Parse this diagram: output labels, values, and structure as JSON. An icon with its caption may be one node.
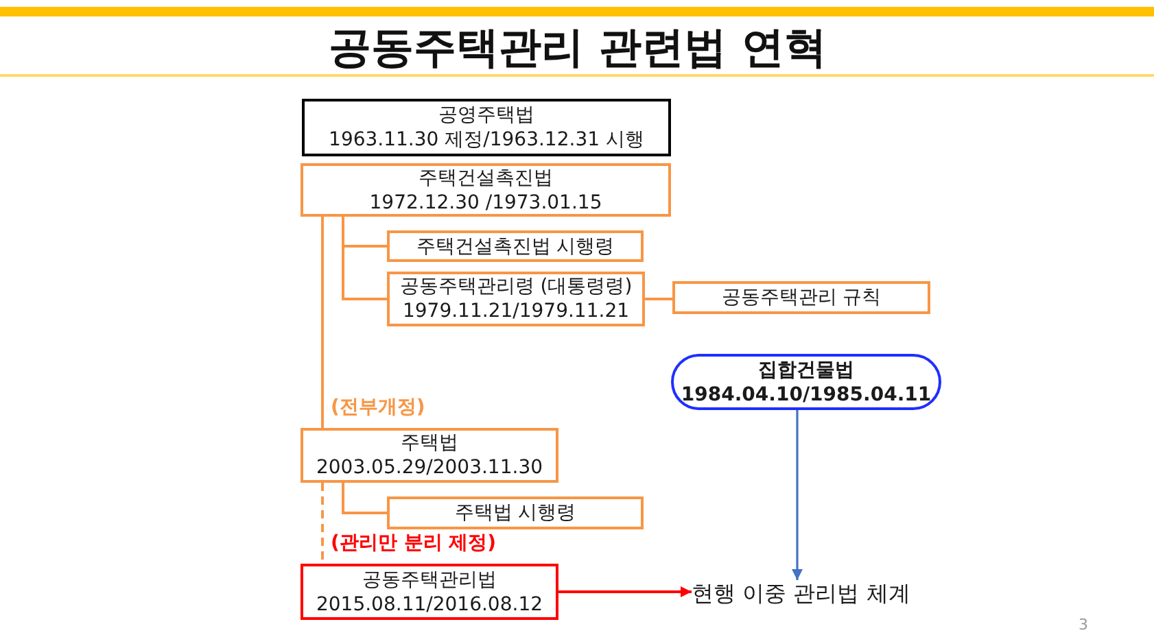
{
  "diagram": {
    "title": "공동주택관리 관련법 연혁",
    "nodes": [
      {
        "text": [
          "공영주택법",
          "1963.11.30 제정/1963.12.31 시행"
        ]
      },
      {
        "text": [
          "주택건설촉진법",
          "1972.12.30 /1973.01.15"
        ]
      },
      {
        "text": [
          "주택건설촉진법 시행령"
        ]
      },
      {
        "text": [
          "공동주택관리령 (대통령령)",
          "1979.11.21/1979.11.21"
        ]
      },
      {
        "text": [
          "공동주택관리 규칙"
        ]
      },
      {
        "text": [
          "집합건물법",
          "1984.04.10/1985.04.11"
        ]
      },
      {
        "text": [
          "주택법",
          "2003.05.29/2003.11.30"
        ]
      },
      {
        "text": [
          "주택법 시행령"
        ]
      },
      {
        "text": [
          "공동주택관리법",
          "2015.08.11/2016.08.12"
        ]
      },
      {
        "text": [
          "현행 이중 관리법 체계"
        ]
      }
    ],
    "edges": [
      {
        "from": 1,
        "to": 2,
        "arrow": "none"
      },
      {
        "from": 1,
        "to": 3,
        "arrow": "none"
      },
      {
        "from": 3,
        "to": 4,
        "arrow": "none"
      },
      {
        "from": 1,
        "to": 6,
        "arrow": "none",
        "label": "(전부개정)"
      },
      {
        "from": 6,
        "to": 7,
        "arrow": "none"
      },
      {
        "from": 6,
        "to": 8,
        "arrow": "none",
        "label": "(관리만 분리 제정)",
        "style": "dashed"
      },
      {
        "from": 8,
        "to": 9,
        "arrow": "to",
        "color": "#ff0000"
      },
      {
        "from": 5,
        "to": 9,
        "arrow": "to",
        "color": "#4472c4"
      }
    ],
    "labels": [
      "3"
    ]
  }
}
